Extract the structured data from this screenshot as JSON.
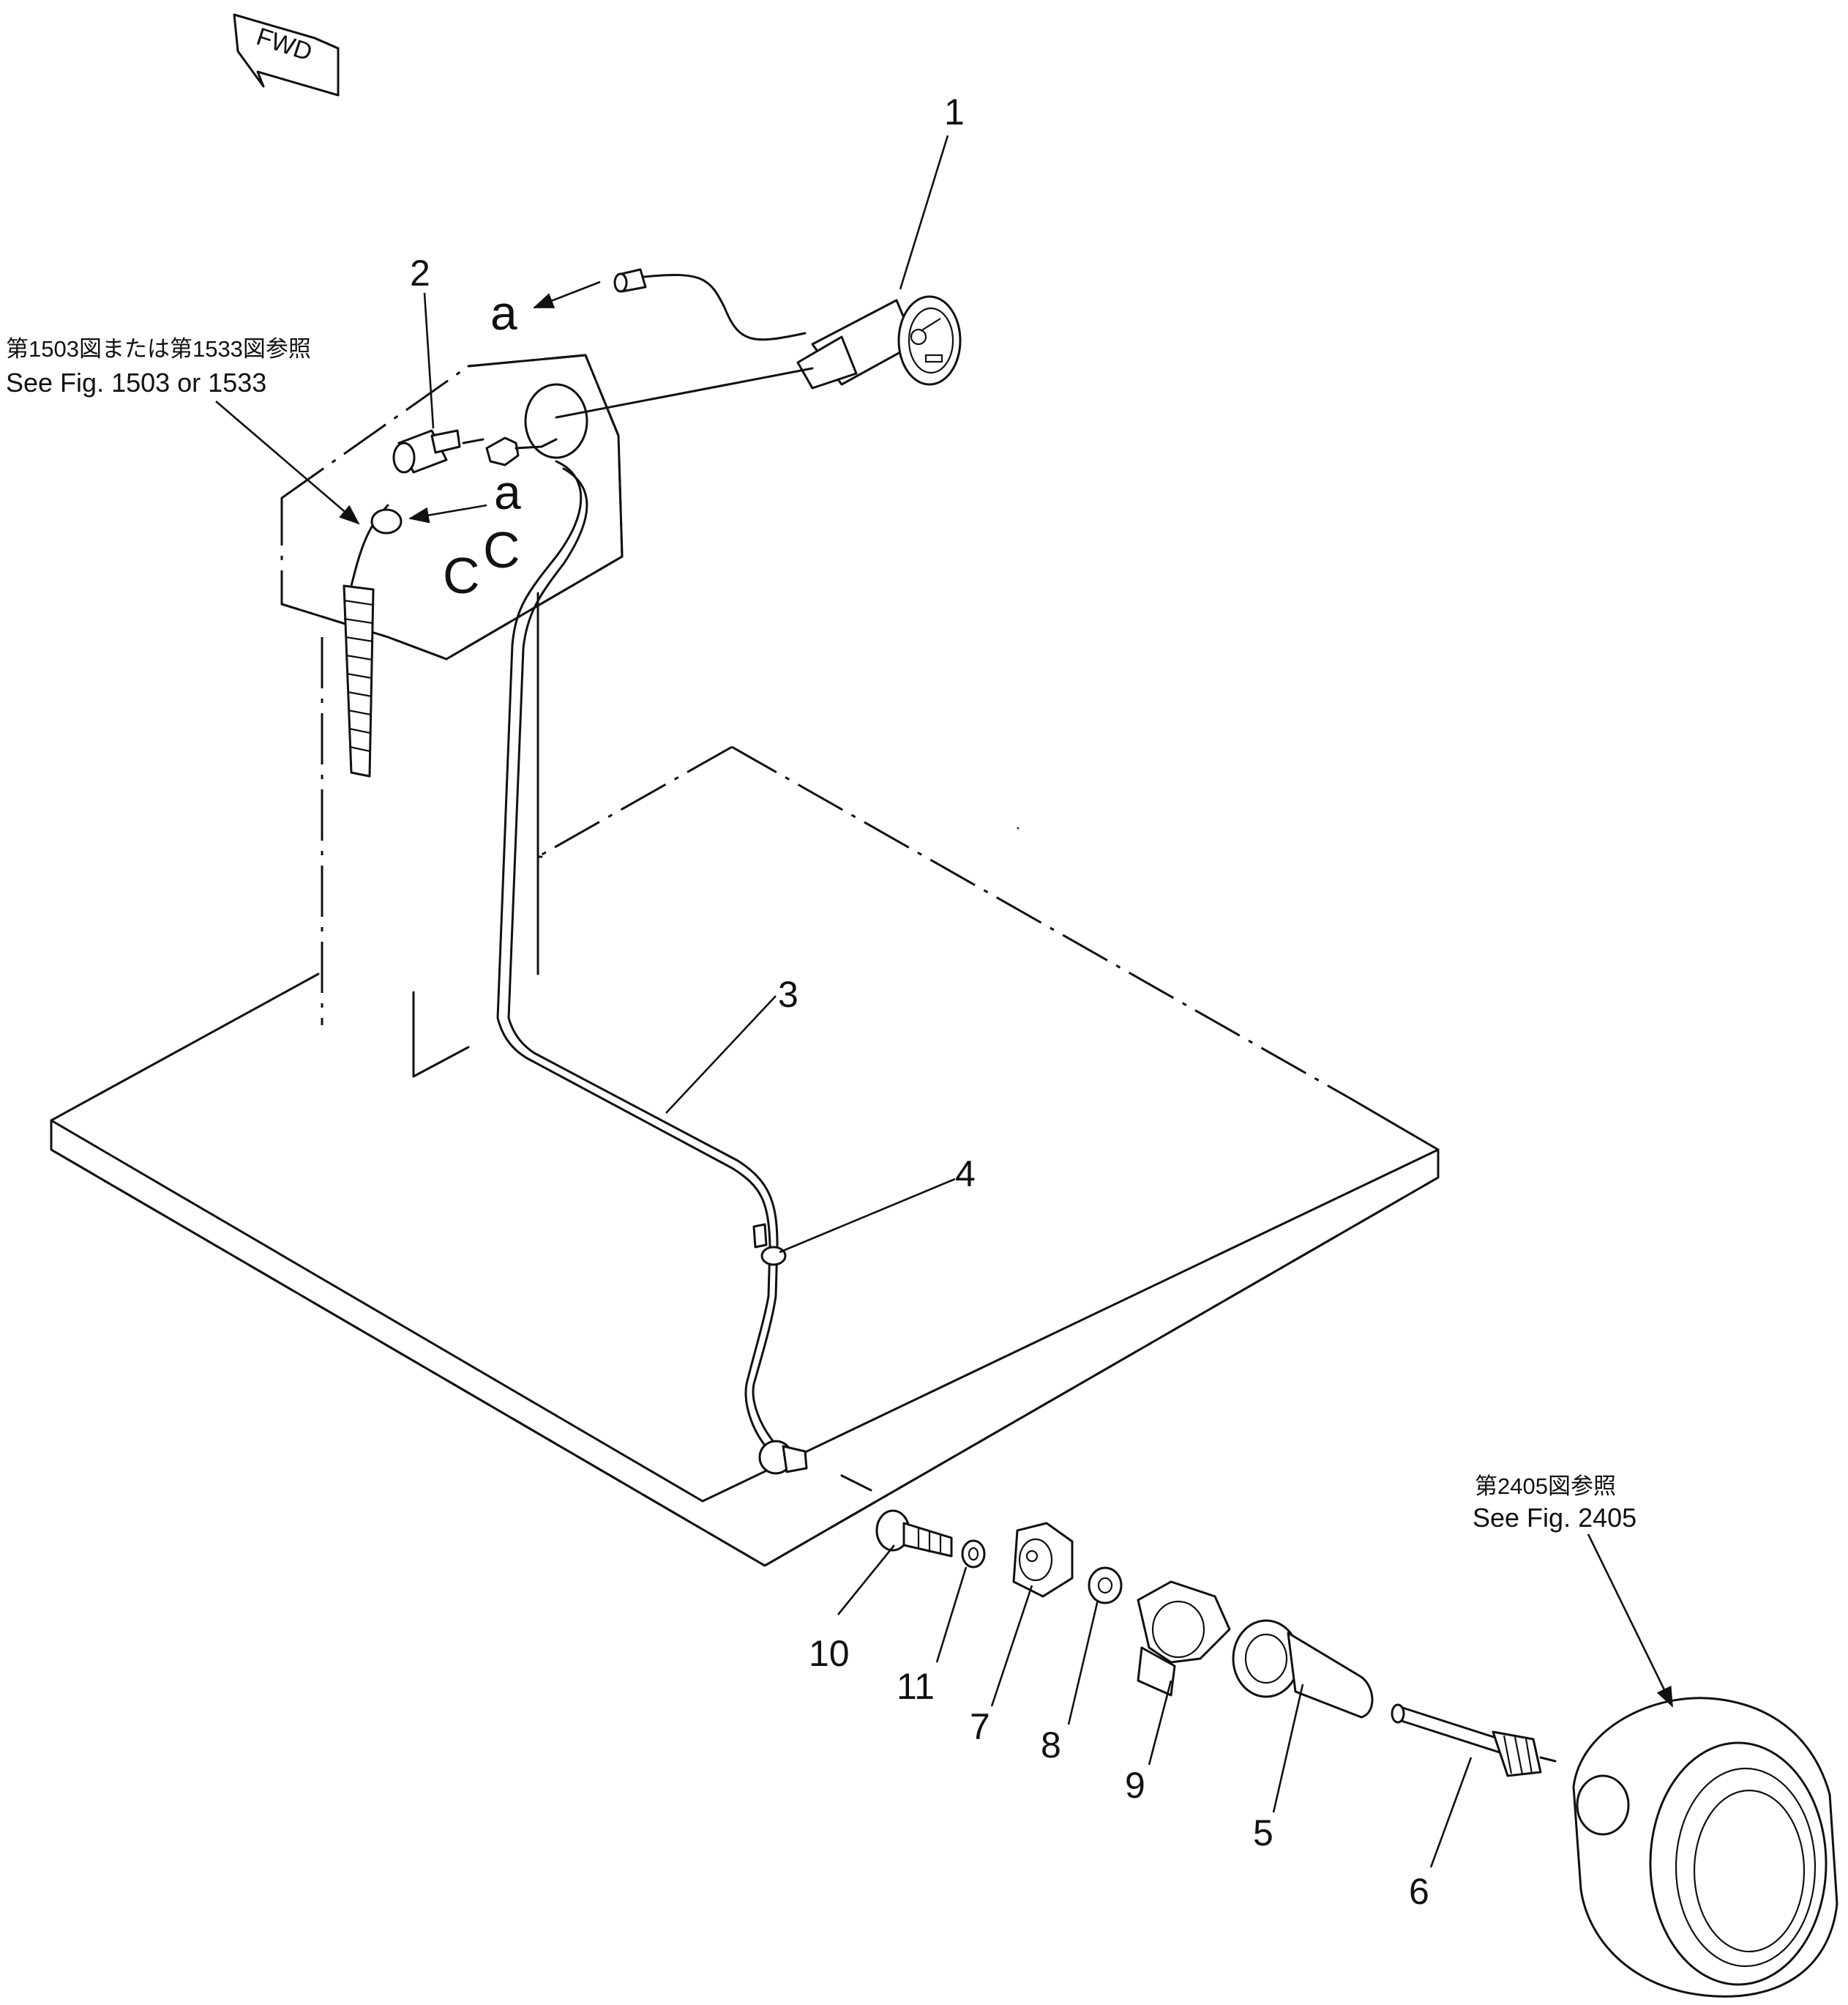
{
  "direction_marker": {
    "label": "FWD"
  },
  "connection_marks": {
    "a": "a"
  },
  "callouts": [
    "1",
    "2",
    "3",
    "4",
    "5",
    "6",
    "7",
    "8",
    "9",
    "10",
    "11"
  ],
  "references": {
    "fig_1503": {
      "jp": "第1503図または第1533図参照",
      "en": "See Fig. 1503 or 1533"
    },
    "fig_2405": {
      "jp": "第2405図参照",
      "en": "See Fig. 2405"
    }
  },
  "colors": {
    "ink": "#111111",
    "paper": "#ffffff"
  }
}
